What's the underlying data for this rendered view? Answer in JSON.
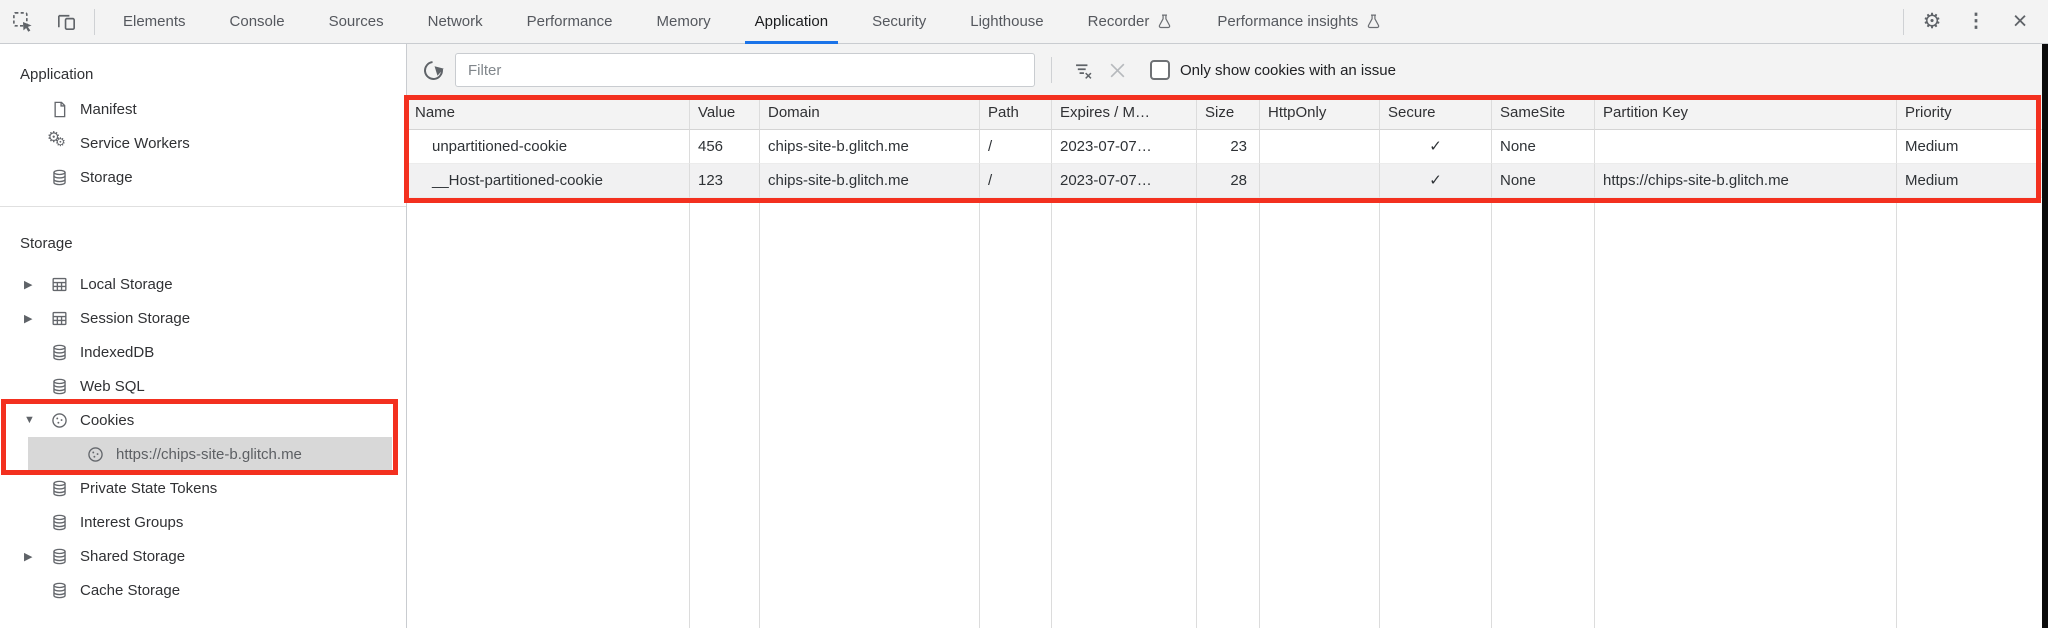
{
  "tabbar": {
    "tabs": [
      {
        "label": "Elements"
      },
      {
        "label": "Console"
      },
      {
        "label": "Sources"
      },
      {
        "label": "Network"
      },
      {
        "label": "Performance"
      },
      {
        "label": "Memory"
      },
      {
        "label": "Application",
        "active": true
      },
      {
        "label": "Security"
      },
      {
        "label": "Lighthouse"
      },
      {
        "label": "Recorder",
        "experiment": true
      },
      {
        "label": "Performance insights",
        "experiment": true
      }
    ],
    "icons": {
      "gear": "⚙",
      "kebab": "⋮",
      "close": "×"
    }
  },
  "sidebar": {
    "sections": [
      {
        "title": "Application",
        "items": [
          {
            "label": "Manifest",
            "icon": "file-icon"
          },
          {
            "label": "Service Workers",
            "icon": "gears-icon"
          },
          {
            "label": "Storage",
            "icon": "database-icon"
          }
        ]
      },
      {
        "title": "Storage",
        "items": [
          {
            "label": "Local Storage",
            "icon": "table-icon",
            "arrow": "collapsed"
          },
          {
            "label": "Session Storage",
            "icon": "table-icon",
            "arrow": "collapsed"
          },
          {
            "label": "IndexedDB",
            "icon": "database-icon"
          },
          {
            "label": "Web SQL",
            "icon": "database-icon"
          },
          {
            "label": "Cookies",
            "icon": "cookie-icon",
            "arrow": "expanded"
          },
          {
            "label": "https://chips-site-b.glitch.me",
            "icon": "cookie-icon",
            "selected": true
          },
          {
            "label": "Private State Tokens",
            "icon": "database-icon"
          },
          {
            "label": "Interest Groups",
            "icon": "database-icon"
          },
          {
            "label": "Shared Storage",
            "icon": "database-icon",
            "arrow": "collapsed"
          },
          {
            "label": "Cache Storage",
            "icon": "database-icon"
          }
        ]
      }
    ],
    "arrows": {
      "collapsed": "▶",
      "expanded": "▼"
    }
  },
  "toolbar": {
    "filter_placeholder": "Filter",
    "checkbox_label": "Only show cookies with an issue",
    "checkbox_checked": false
  },
  "cookie_table": {
    "columns": [
      "Name",
      "Value",
      "Domain",
      "Path",
      "Expires / M…",
      "Size",
      "HttpOnly",
      "Secure",
      "SameSite",
      "Partition Key",
      "Priority"
    ],
    "rows": [
      {
        "name": "unpartitioned-cookie",
        "value": "456",
        "domain": "chips-site-b.glitch.me",
        "path": "/",
        "expires": "2023-07-07…",
        "size": "23",
        "http_only": "",
        "secure": "✓",
        "same_site": "None",
        "partition_key": "",
        "priority": "Medium"
      },
      {
        "name": "__Host-partitioned-cookie",
        "value": "123",
        "domain": "chips-site-b.glitch.me",
        "path": "/",
        "expires": "2023-07-07…",
        "size": "28",
        "http_only": "",
        "secure": "✓",
        "same_site": "None",
        "partition_key": "https://chips-site-b.glitch.me",
        "priority": "Medium"
      }
    ]
  },
  "colors": {
    "accent_blue": "#1a73e8",
    "annotation_red": "#f3301f",
    "selection_gray": "#d8d8d8",
    "toolbar_gray": "#f3f3f3"
  }
}
